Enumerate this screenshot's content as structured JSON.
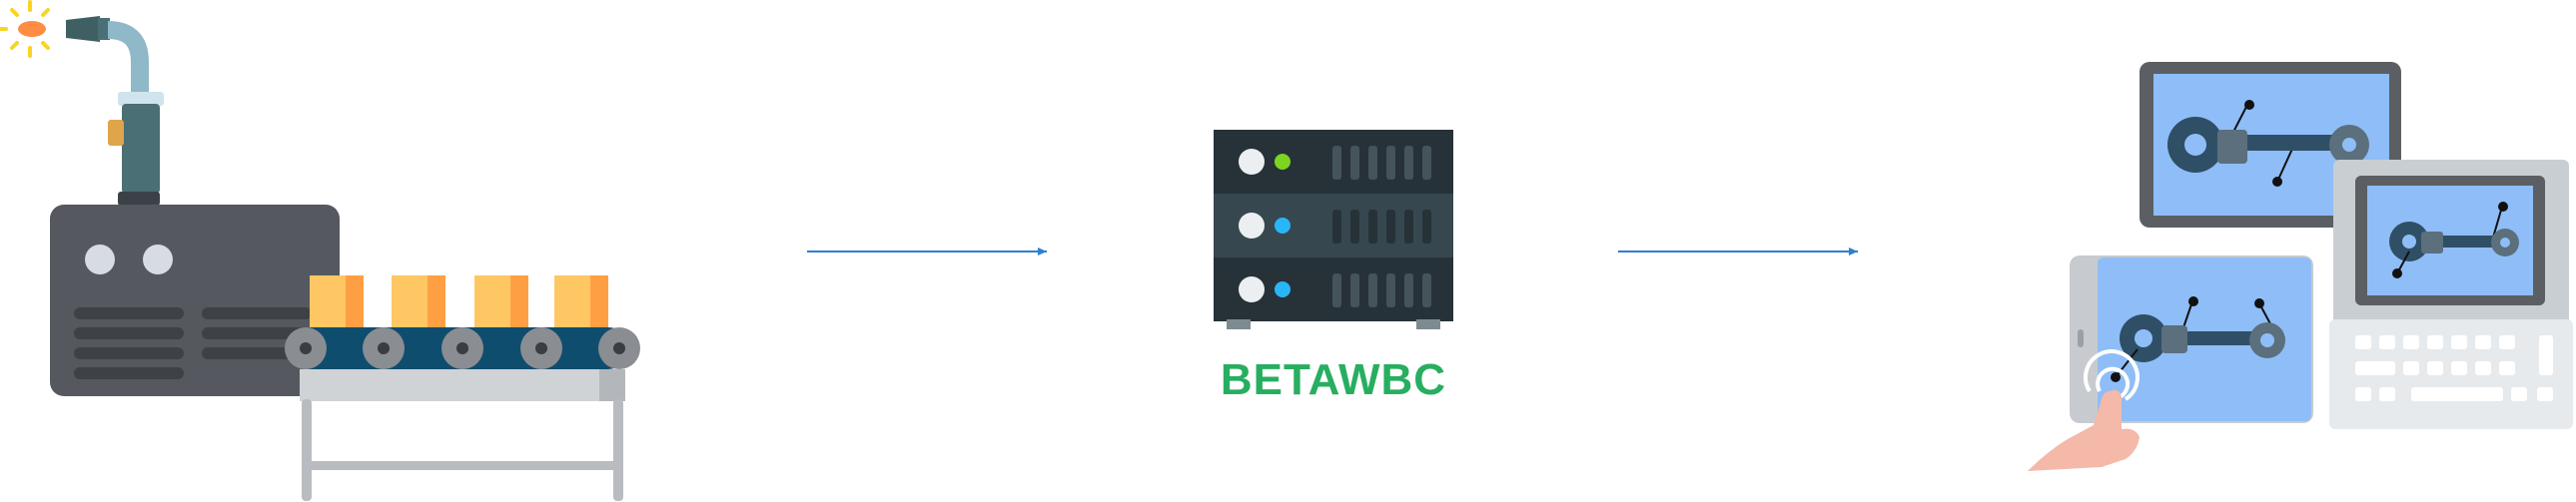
{
  "diagram": {
    "server_label": "BETAWBC",
    "colors": {
      "label": "#27ae60",
      "arrow": "#2f7fd1",
      "screen": "#8fbdf7",
      "server": "#263238",
      "belt": "#0f4d6e",
      "box": "#ffc664",
      "box_side": "#ff9f43"
    },
    "nodes": [
      {
        "role": "factory",
        "icon": "industrial-machine-with-conveyor-icon"
      },
      {
        "role": "server",
        "icon": "server-rack-icon"
      },
      {
        "role": "clients",
        "icon": "robot-arm-monitoring-devices-icon"
      }
    ],
    "edges": [
      {
        "from": "factory",
        "to": "server"
      },
      {
        "from": "server",
        "to": "clients"
      }
    ]
  }
}
